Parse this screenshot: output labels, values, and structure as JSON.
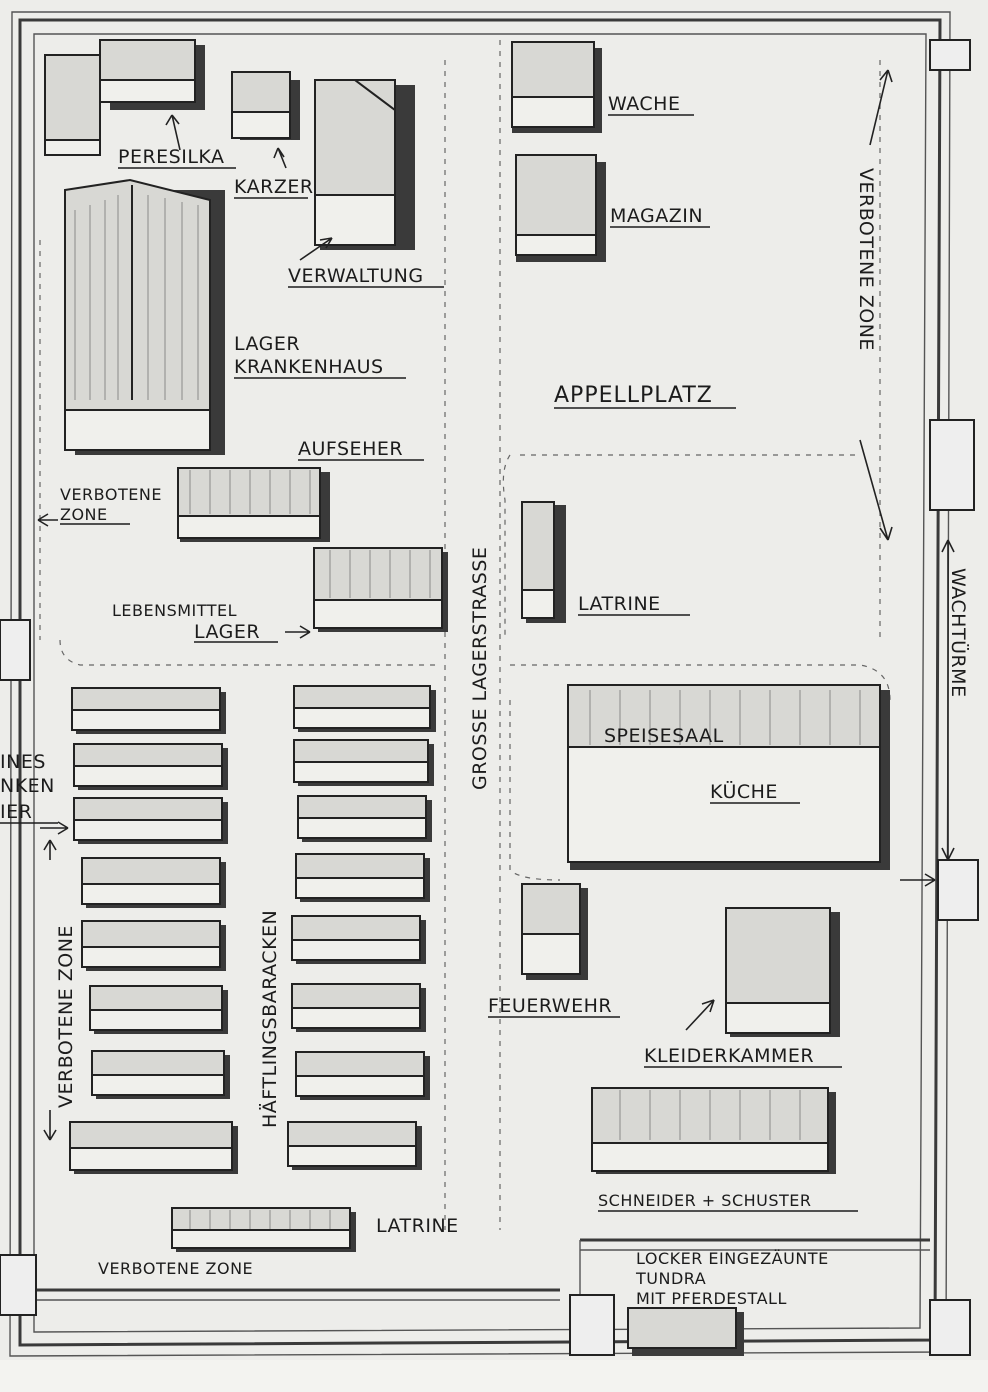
{
  "labels": {
    "peresilka": "PERESILKA",
    "karzer": "KARZER",
    "verwaltung": "VERWALTUNG",
    "wache": "WACHE",
    "magazin": "MAGAZIN",
    "krankenhaus_1": "LAGER",
    "krankenhaus_2": "KRANKENHAUS",
    "appellplatz": "APPELLPLATZ",
    "aufseher": "AUFSEHER",
    "verbotene_left_1": "VERBOTENE",
    "verbotene_left_2": "ZONE",
    "lebensmittel_1": "LEBENSMITTEL",
    "lebensmittel_2": "LAGER",
    "latrine_top": "LATRINE",
    "grosse_lagerstrasse": "GROSSE LAGERSTRASSE",
    "verbotene_right": "VERBOTENE ZONE",
    "wachtuerme": "WACHTÜRME",
    "speisesaal": "SPEISESAAL",
    "kueche": "KÜCHE",
    "kleines_1": "INES",
    "kleines_2": "NKEN",
    "kleines_3": "IER",
    "verbotene_left_vertical": "VERBOTENE ZONE",
    "haeftlingsbaracken": "HÄFTLINGSBARACKEN",
    "feuerwehr": "FEUERWEHR",
    "kleiderkammer": "KLEIDERKAMMER",
    "schneider": "SCHNEIDER + SCHUSTER",
    "latrine_bottom": "LATRINE",
    "verbotene_bottom": "VERBOTENE ZONE",
    "tundra_1": "LOCKER EINGEZÄUNTE",
    "tundra_2": "TUNDRA",
    "tundra_3": "MIT PFERDESTALL"
  }
}
